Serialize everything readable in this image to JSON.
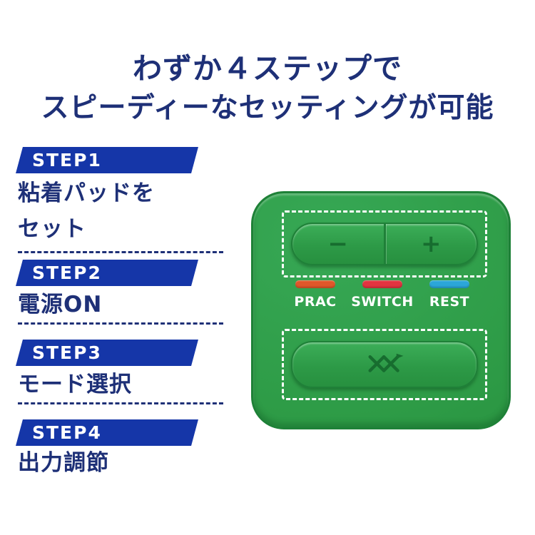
{
  "title": {
    "line1": "わずか４ステップで",
    "line2": "スピーディーなセッティングが可能"
  },
  "steps": [
    {
      "label": "STEP1",
      "desc_lines": [
        "粘着パッドを",
        "セット"
      ]
    },
    {
      "label": "STEP2",
      "desc_lines": [
        "電源ON"
      ]
    },
    {
      "label": "STEP3",
      "desc_lines": [
        "モード選択"
      ]
    },
    {
      "label": "STEP4",
      "desc_lines": [
        "出力調節"
      ]
    }
  ],
  "device": {
    "minus_symbol": "−",
    "plus_symbol": "+",
    "indicators": [
      {
        "label": "PRAC",
        "color": "#e0572a"
      },
      {
        "label": "SWITCH",
        "color": "#e23440"
      },
      {
        "label": "REST",
        "color": "#2ba6d9"
      }
    ],
    "logo_icon": "double-x-brand-logo"
  },
  "colors": {
    "title_text": "#1e3077",
    "banner_blue": "#1536a8",
    "device_green": "#2f9d49",
    "button_green": "#2d9a47",
    "symbol_green": "#176d2f",
    "dashed_outline": "#ffffff"
  }
}
